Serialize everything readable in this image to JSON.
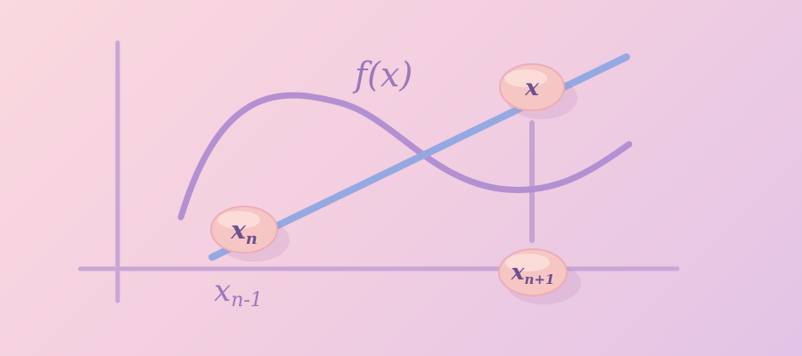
{
  "labels": {
    "function": "f(x)",
    "point_x": "x",
    "point_xn_base": "x",
    "point_xn_sub": "n",
    "point_xn1_base": "x",
    "point_xn1_sub": "n+1",
    "axis_label_base": "x",
    "axis_label_sub": "n-1"
  },
  "colors": {
    "background_start": "#fbd9df",
    "background_end": "#e3c4e6",
    "curve": "#b390d2",
    "secant": "#94a9e1",
    "node_fill": "#f6c6c4",
    "text": "#6d4f92"
  }
}
